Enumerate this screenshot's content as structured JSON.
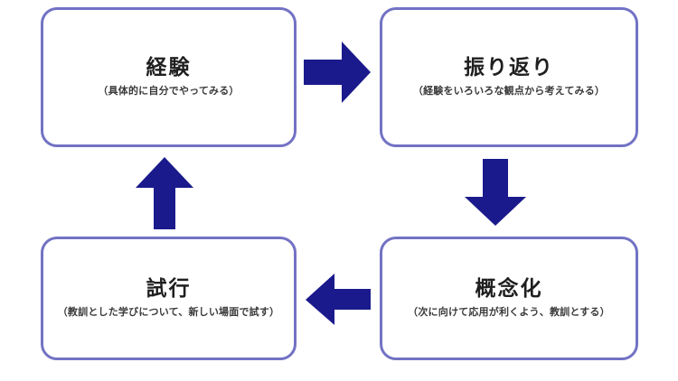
{
  "diagram": {
    "title_text": "",
    "accent_border_color": "#7272c4",
    "arrow_color": "#1a1a8c",
    "background_color": "#ffffff",
    "nodes": [
      {
        "id": "experience",
        "title": "経験",
        "subtitle": "（具体的に自分でやってみる）"
      },
      {
        "id": "reflection",
        "title": "振り返り",
        "subtitle": "（経験をいろいろな観点から考えてみる）"
      },
      {
        "id": "conceptualization",
        "title": "概念化",
        "subtitle": "（次に向けて応用が利くよう、教訓とする）"
      },
      {
        "id": "trial",
        "title": "試行",
        "subtitle": "（教訓とした学びについて、新しい場面で試す）"
      }
    ],
    "arrows": [
      {
        "id": "experience-to-reflection",
        "direction": "right"
      },
      {
        "id": "reflection-to-conceptualization",
        "direction": "down"
      },
      {
        "id": "conceptualization-to-trial",
        "direction": "left"
      },
      {
        "id": "trial-to-experience",
        "direction": "up"
      }
    ]
  }
}
